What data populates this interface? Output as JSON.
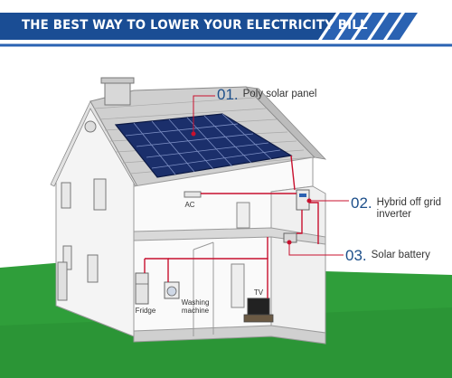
{
  "banner": {
    "title": "THE BEST WAY TO LOWER YOUR ELECTRICITY BILL"
  },
  "callouts": [
    {
      "number": "01.",
      "text": "Poly solar panel"
    },
    {
      "number": "02.",
      "text": "Hybrid off grid inverter"
    },
    {
      "number": "03.",
      "text": "Solar battery"
    }
  ],
  "appliances": {
    "ac": "AC",
    "fridge": "Fridge",
    "washing_machine": "Washing machine",
    "tv": "TV"
  },
  "colors": {
    "banner_blue": "#1a4d94",
    "accent_blue": "#2a62b2",
    "wire_red": "#c8102e",
    "panel_blue": "#1b2f6b",
    "lawn_green": "#2f9e3a",
    "callout_number": "#1d4f8a"
  }
}
